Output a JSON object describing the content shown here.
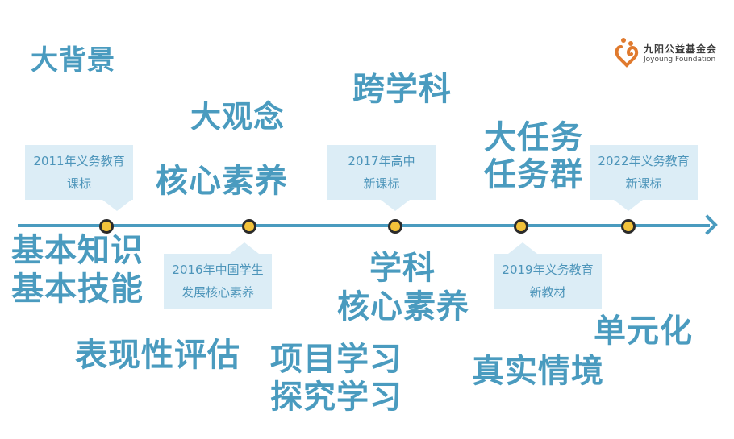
{
  "title": "大背景",
  "logo": {
    "name_cn": "九阳公益基金会",
    "name_en": "Joyoung Foundation",
    "icon": "heart-people-icon",
    "color": "#e07a2e"
  },
  "colors": {
    "keyword": "#4a9bbf",
    "callout_bg": "#dcedf6",
    "callout_text": "#4d95ba",
    "axis": "#4a9bbf",
    "dot_fill": "#f2c23a",
    "dot_border": "#2b2b2b"
  },
  "timeline": {
    "milestones": [
      {
        "line1": "2011年义务教育",
        "line2": "课标",
        "position": "above"
      },
      {
        "line1": "2016年中国学生",
        "line2": "发展核心素养",
        "position": "below"
      },
      {
        "line1": "2017年高中",
        "line2": "新课标",
        "position": "above"
      },
      {
        "line1": "2019年义务教育",
        "line2": "新教材",
        "position": "below"
      },
      {
        "line1": "2022年义务教育",
        "line2": "新课标",
        "position": "above"
      }
    ]
  },
  "keywords": {
    "big_idea": "大观念",
    "core_literacy": "核心素养",
    "interdisciplinary": "跨学科",
    "big_task": "大任务",
    "task_group": "任务群",
    "basic_knowledge": "基本知识",
    "basic_skills": "基本技能",
    "subject": "学科",
    "subject_core_literacy": "核心素养",
    "performance_assessment": "表现性评估",
    "project_learning": "项目学习",
    "inquiry_learning": "探究学习",
    "real_situation": "真实情境",
    "unitization": "单元化"
  }
}
